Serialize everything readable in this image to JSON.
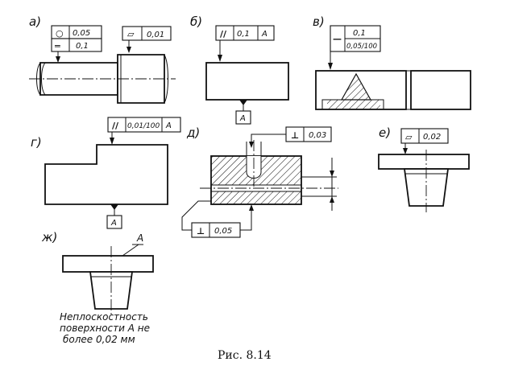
{
  "views": [
    {
      "key": "a",
      "label": "а)",
      "frames": [
        {
          "symbol": "○",
          "value": "0,05"
        },
        {
          "symbol": "═",
          "value": "0,1"
        },
        {
          "symbol": "⏥",
          "value": "0,01"
        }
      ]
    },
    {
      "key": "b",
      "label": "б)",
      "frame": {
        "symbol": "//",
        "value": "0,1",
        "datum": "A"
      },
      "datum_box": "A"
    },
    {
      "key": "v",
      "label": "в)",
      "frame": {
        "symbol": "—",
        "value_top": "0,1",
        "value_bottom": "0,05/100"
      }
    },
    {
      "key": "g",
      "label": "г)",
      "frame": {
        "symbol": "//",
        "value": "0,01/100",
        "datum": "A"
      },
      "datum_box": "A"
    },
    {
      "key": "d",
      "label": "д)",
      "frames": [
        {
          "symbol": "⊥",
          "value": "0,03"
        },
        {
          "symbol": "⊥",
          "value": "0,05"
        }
      ]
    },
    {
      "key": "e",
      "label": "е)",
      "frame": {
        "symbol": "⏥",
        "value": "0,02"
      }
    },
    {
      "key": "zh",
      "label": "ж)",
      "surface_label": "A",
      "note_lines": [
        "Неплоскостность",
        "поверхности  А не",
        "более  0,02 мм"
      ]
    }
  ],
  "caption": "Рис. 8.14"
}
